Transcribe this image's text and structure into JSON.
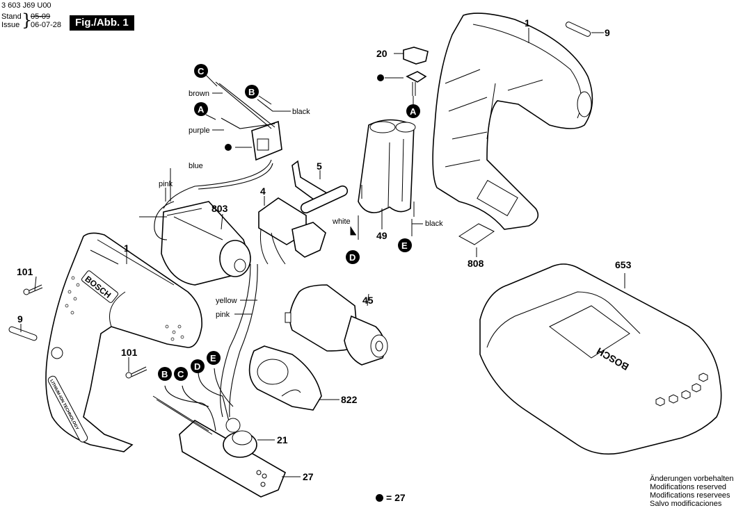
{
  "header": {
    "doc_number": "3 603 J69 U00",
    "stand_label": "Stand",
    "stand_value": "05-09",
    "issue_label": "Issue",
    "issue_value": "06-07-28",
    "figure_badge": "Fig./Abb. 1"
  },
  "parts": [
    {
      "id": "1",
      "label": "1",
      "name": "housing-right"
    },
    {
      "id": "1b",
      "label": "1",
      "name": "housing-left"
    },
    {
      "id": "4",
      "label": "4",
      "name": "switch"
    },
    {
      "id": "5",
      "label": "5",
      "name": "clip"
    },
    {
      "id": "9a",
      "label": "9",
      "name": "pin-right"
    },
    {
      "id": "9b",
      "label": "9",
      "name": "pin-left"
    },
    {
      "id": "20",
      "label": "20",
      "name": "cap"
    },
    {
      "id": "21",
      "label": "21",
      "name": "knob"
    },
    {
      "id": "27",
      "label": "27",
      "name": "circuit-board"
    },
    {
      "id": "45",
      "label": "45",
      "name": "gearbox-chuck"
    },
    {
      "id": "49",
      "label": "49",
      "name": "battery-pack"
    },
    {
      "id": "101a",
      "label": "101",
      "name": "screw-upper"
    },
    {
      "id": "101b",
      "label": "101",
      "name": "screw-lower"
    },
    {
      "id": "653",
      "label": "653",
      "name": "charger"
    },
    {
      "id": "803",
      "label": "803",
      "name": "motor"
    },
    {
      "id": "808",
      "label": "808",
      "name": "nameplate"
    },
    {
      "id": "822",
      "label": "822",
      "name": "cover"
    }
  ],
  "connectors": {
    "A": "A",
    "B": "B",
    "C": "C",
    "D": "D",
    "E": "E"
  },
  "wires": {
    "brown": "brown",
    "black_top": "black",
    "purple": "purple",
    "blue": "blue",
    "pink_top": "pink",
    "white": "white",
    "black_battery": "black",
    "yellow": "yellow",
    "pink_bottom": "pink"
  },
  "brand": {
    "housing": "BOSCH",
    "charger": "BOSCH",
    "grip_text": "LITHIUM-ION TECHNOLOGY"
  },
  "legend": {
    "symbol": "dot",
    "text": "= 27"
  },
  "footer": {
    "lines": [
      "Änderungen vorbehalten",
      "Modifications reserved",
      "Modifications reservees",
      "Salvo modificaciones"
    ]
  }
}
